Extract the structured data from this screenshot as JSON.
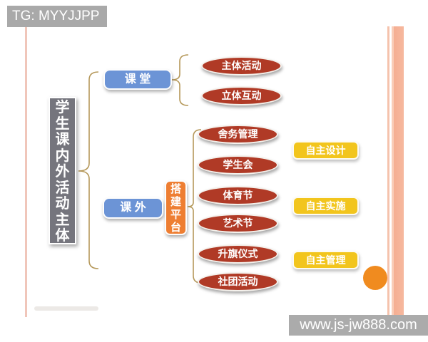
{
  "banner": {
    "text": "TG: MYYJJPP"
  },
  "diagram": {
    "root": "学生课内外活动主体",
    "branches": {
      "classroom": "课 堂",
      "extracurricular": "课 外"
    },
    "platform": "搭建平台",
    "classroom_activities": [
      {
        "label": "主体活动"
      },
      {
        "label": "立体互动"
      }
    ],
    "extracurricular_activities": [
      {
        "label": "舍务管理"
      },
      {
        "label": "学生会"
      },
      {
        "label": "体育节"
      },
      {
        "label": "艺术节"
      },
      {
        "label": "升旗仪式"
      },
      {
        "label": "社团活动"
      }
    ],
    "autonomy_labels": [
      {
        "label": "自主设计"
      },
      {
        "label": "自主实施"
      },
      {
        "label": "自主管理"
      }
    ]
  },
  "watermark": {
    "text": "www.js-jw888.com"
  },
  "colors": {
    "node_blue": "#6c94d6",
    "node_red": "#b03a26",
    "node_orange": "#ee7e32",
    "node_yellow": "#f2c51d",
    "root_gray": "#75757d",
    "brace_tan": "#b5985a",
    "frame_pink": "#f0c6ba",
    "frame_salmon": "#f6b89e",
    "dot_orange": "#f08b1f",
    "banner_gray": "#a9a9a9"
  }
}
